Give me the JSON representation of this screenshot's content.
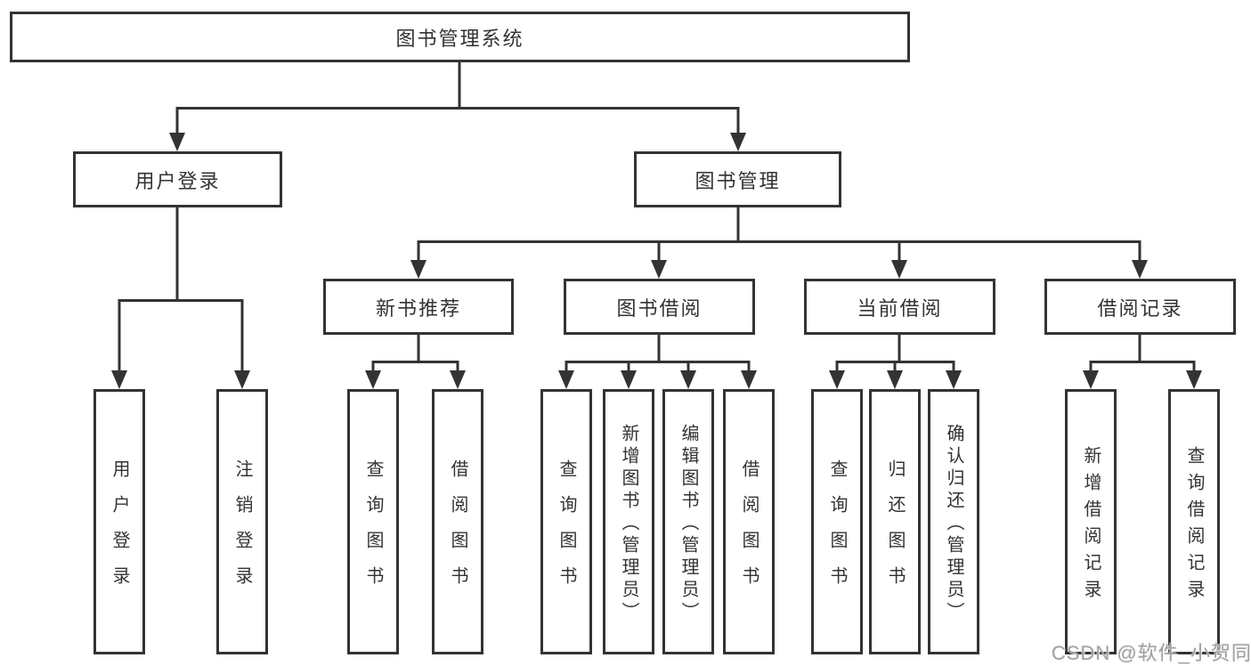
{
  "diagram": {
    "root": {
      "label": "图书管理系统"
    },
    "level2": [
      {
        "label": "用户登录"
      },
      {
        "label": "图书管理"
      }
    ],
    "level3": [
      {
        "label": "新书推荐",
        "parent": "图书管理"
      },
      {
        "label": "图书借阅",
        "parent": "图书管理"
      },
      {
        "label": "当前借阅",
        "parent": "图书管理"
      },
      {
        "label": "借阅记录",
        "parent": "图书管理"
      }
    ],
    "leaves": [
      {
        "label": "用户登录",
        "parent": "用户登录"
      },
      {
        "label": "注销登录",
        "parent": "用户登录"
      },
      {
        "label": "查询图书",
        "parent": "新书推荐"
      },
      {
        "label": "借阅图书",
        "parent": "新书推荐"
      },
      {
        "label": "查询图书",
        "parent": "图书借阅"
      },
      {
        "label": "新增图书（管理员）",
        "parent": "图书借阅"
      },
      {
        "label": "编辑图书（管理员）",
        "parent": "图书借阅"
      },
      {
        "label": "借阅图书",
        "parent": "图书借阅"
      },
      {
        "label": "查询图书",
        "parent": "当前借阅"
      },
      {
        "label": "归还图书",
        "parent": "当前借阅"
      },
      {
        "label": "确认归还（管理员）",
        "parent": "当前借阅"
      },
      {
        "label": "新增借阅记录",
        "parent": "借阅记录"
      },
      {
        "label": "查询借阅记录",
        "parent": "借阅记录"
      }
    ]
  },
  "watermark": {
    "text": "CSDN @软件_小贺同学"
  },
  "colors": {
    "line": "#333333",
    "text": "#333333",
    "background": "#ffffff",
    "watermark": "#a0a0a0"
  }
}
